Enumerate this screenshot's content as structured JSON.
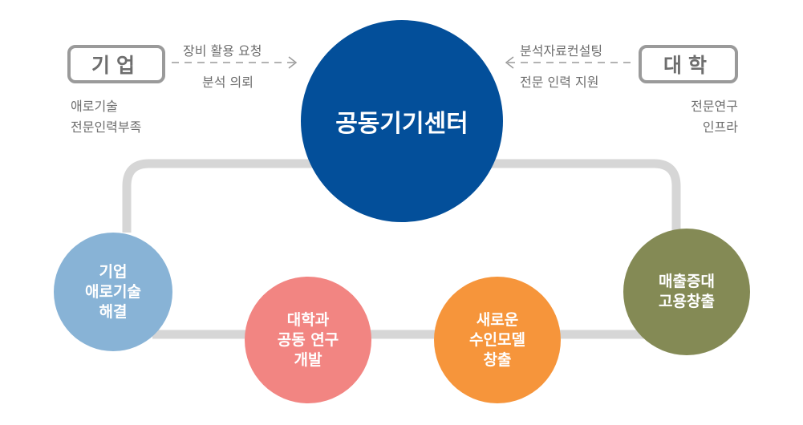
{
  "left_box": {
    "label": "기업",
    "notes": [
      "애로기술",
      "전문인력부족"
    ]
  },
  "right_box": {
    "label": "대학",
    "notes": [
      "전문연구",
      "인프라"
    ]
  },
  "left_arrow": {
    "top_text": "장비 활용 요청",
    "bottom_text": "분석 의뢰"
  },
  "right_arrow": {
    "top_text": "분석자료컨설팅",
    "bottom_text": "전문 인력 지원"
  },
  "center": {
    "label": "공동기기센터",
    "color": "#034f9a"
  },
  "circles": [
    {
      "lines": [
        "기업",
        "애로기술",
        "해결"
      ],
      "color": "#88b3d6"
    },
    {
      "lines": [
        "대학과",
        "공동 연구",
        "개발"
      ],
      "color": "#f28582"
    },
    {
      "lines": [
        "새로운",
        "수인모델",
        "창출"
      ],
      "color": "#f6953b"
    },
    {
      "lines": [
        "매출증대",
        "고용창출"
      ],
      "color": "#848a55"
    }
  ],
  "colors": {
    "connector": "#d6d6d6",
    "box_border": "#9a9a9a",
    "text_gray": "#6e6e6e"
  }
}
